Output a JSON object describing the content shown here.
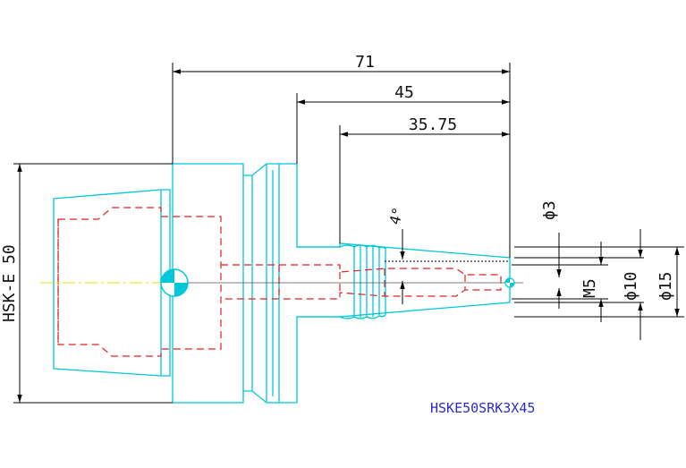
{
  "drawing": {
    "dimensions": {
      "overall_length": "71",
      "shank_length": "45",
      "taper_length": "35.75",
      "taper_angle": "4°",
      "inner_bore": "ϕ3",
      "thread": "M5",
      "tip_diameter": "ϕ10",
      "body_diameter": "ϕ15",
      "interface": "HSK-E 50"
    },
    "part_number": "HSKE50SRK3X45",
    "colors": {
      "outline": "#00c8d8",
      "hidden_line": "#e02020",
      "centerline": "#e8e000",
      "dimension": "#000000",
      "label": "#2c2cc8"
    }
  }
}
